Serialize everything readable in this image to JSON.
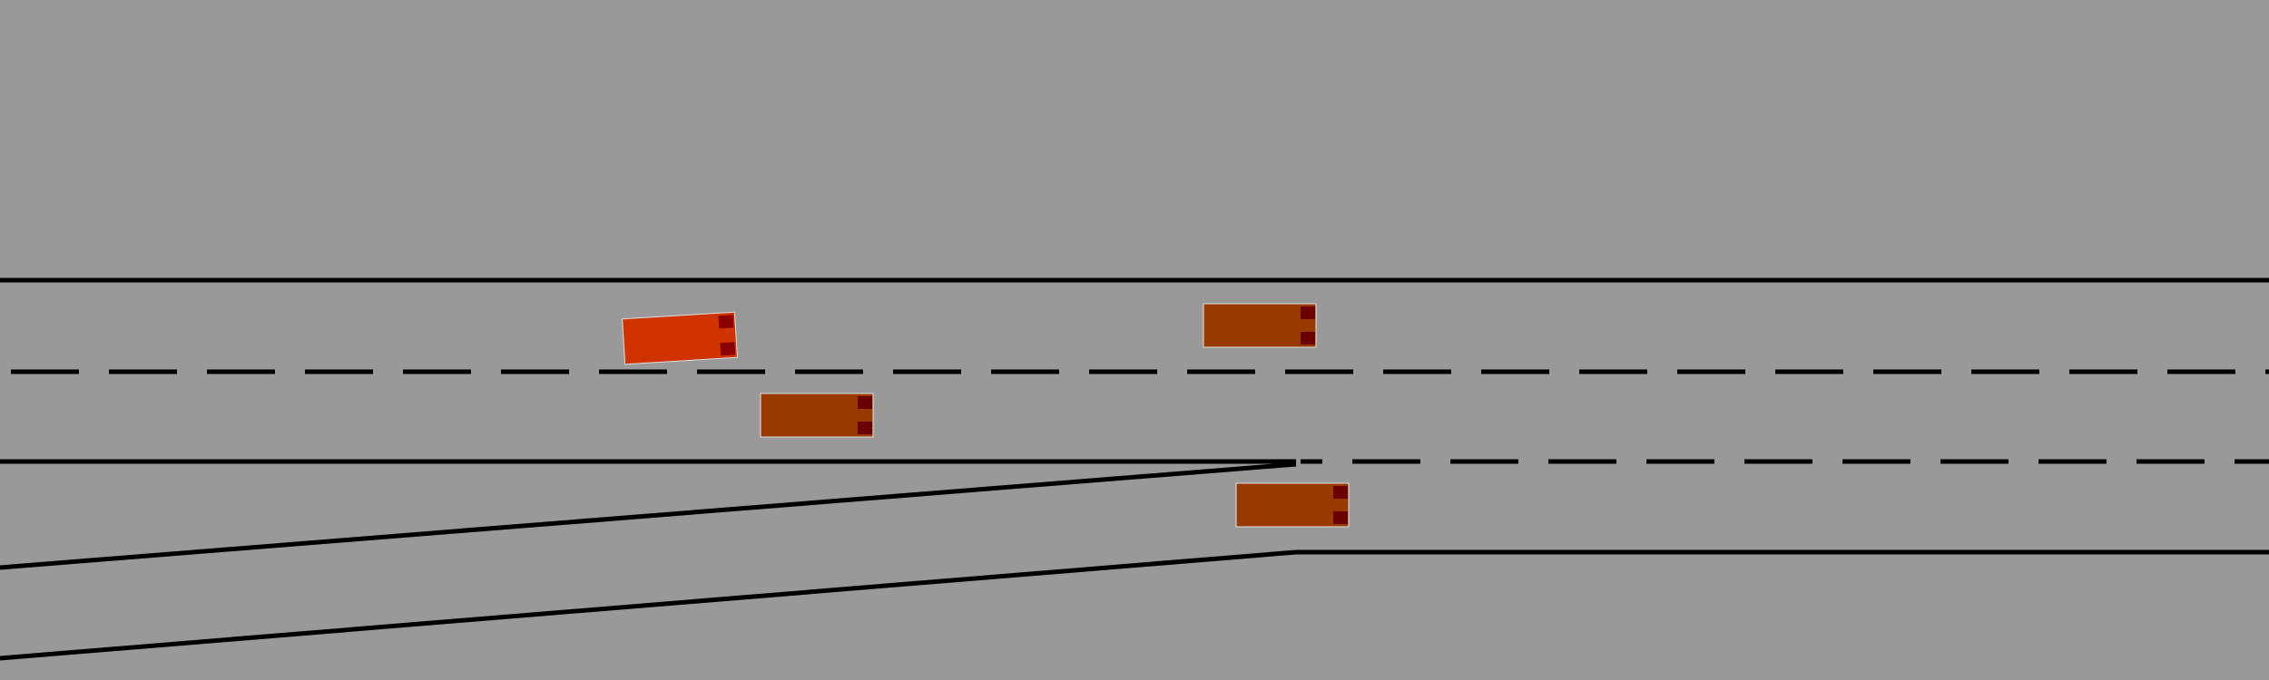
{
  "scene": {
    "type": "highway-merge-simulation",
    "background_color": "#999999",
    "lane_line_color": "#000000",
    "lanes": [
      {
        "name": "upper-lane",
        "marking_below": "dashed"
      },
      {
        "name": "middle-lane",
        "marking_below": "solid-then-dashed"
      },
      {
        "name": "merge-lane",
        "marking_below": "solid"
      }
    ],
    "on_ramp": {
      "side": "bottom-left",
      "merges_into": "merge-lane"
    }
  },
  "vehicles": [
    {
      "id": "ego",
      "role": "ego-vehicle",
      "body_color": "#d13300",
      "light_color": "#8b0000",
      "lane": "upper-lane",
      "heading": "slightly-left"
    },
    {
      "id": "car-1",
      "role": "other-vehicle",
      "body_color": "#983a00",
      "light_color": "#6b0000",
      "lane": "upper-lane",
      "heading": "straight"
    },
    {
      "id": "car-2",
      "role": "other-vehicle",
      "body_color": "#983a00",
      "light_color": "#6b0000",
      "lane": "middle-lane",
      "heading": "straight"
    },
    {
      "id": "car-3",
      "role": "other-vehicle",
      "body_color": "#983a00",
      "light_color": "#6b0000",
      "lane": "merge-lane",
      "heading": "straight"
    }
  ]
}
